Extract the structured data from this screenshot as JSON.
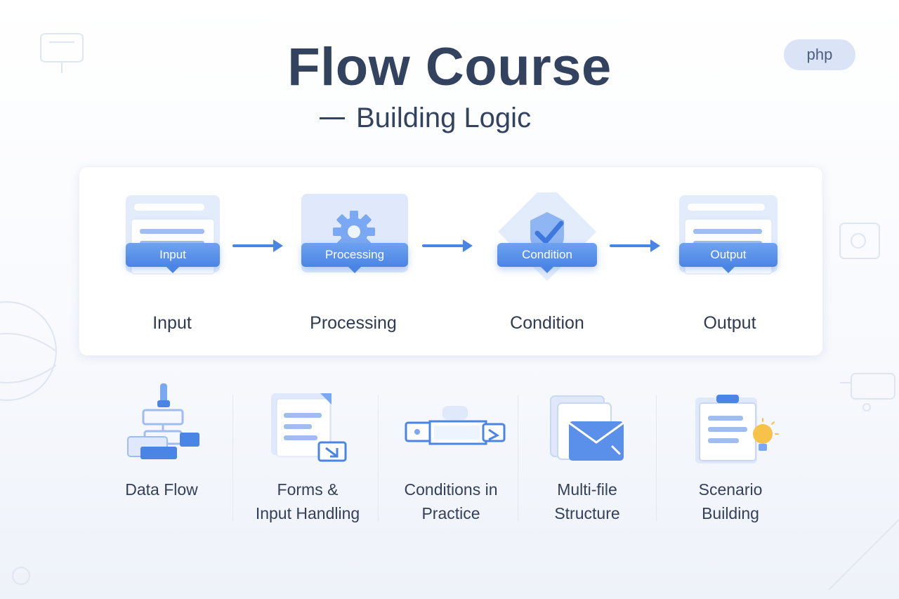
{
  "header": {
    "title": "Flow Course",
    "subtitle": "Building Logic",
    "badge": "php"
  },
  "flow": {
    "steps": [
      {
        "tag": "Input",
        "caption": "Input",
        "icon": "document-icon"
      },
      {
        "tag": "Processing",
        "caption": "Processing",
        "icon": "gear-icon"
      },
      {
        "tag": "Condition",
        "caption": "Condition",
        "icon": "checkmark-diamond-icon"
      },
      {
        "tag": "Output",
        "caption": "Output",
        "icon": "document-icon"
      }
    ]
  },
  "topics": [
    {
      "line1": "Data Flow",
      "line2": "",
      "icon": "flowchart-icon"
    },
    {
      "line1": "Forms &",
      "line2": "Input Handling",
      "icon": "form-icon"
    },
    {
      "line1": "Conditions in",
      "line2": "Practice",
      "icon": "pipe-icon"
    },
    {
      "line1": "Multi-file",
      "line2": "Structure",
      "icon": "files-envelope-icon"
    },
    {
      "line1": "Scenario",
      "line2": "Building",
      "icon": "clipboard-lightbulb-icon"
    }
  ],
  "colors": {
    "accent": "#4a84e4",
    "accent_light": "#dfe9fb",
    "title": "#33425e"
  }
}
